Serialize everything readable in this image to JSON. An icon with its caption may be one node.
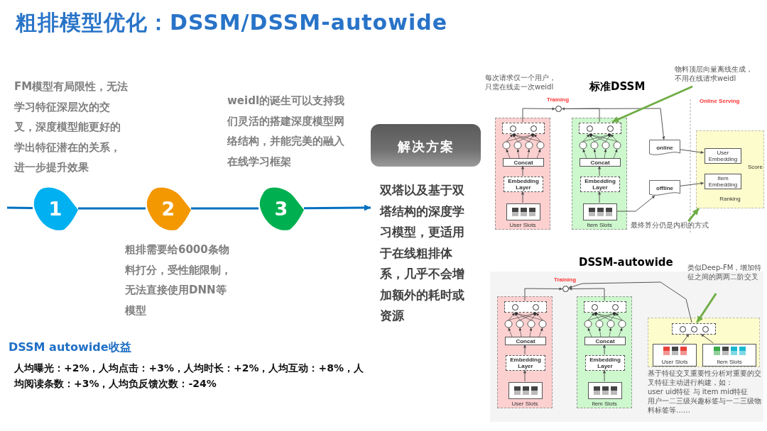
{
  "diagram": {
    "title": "粗排模型优化：DSSM/DSSM-autowide",
    "nodes": [
      {
        "text": [
          "1"
        ],
        "beside": [
          "FM模型有局限性，无法学习特征深层次的交叉，深度模型能更好的学出特征潜在的关系，进一步提升效果"
        ]
      },
      {
        "text": [
          "2"
        ],
        "beside": [
          "粗排需要给6000条物料打分，受性能限制，无法直接使用DNN等模型"
        ]
      },
      {
        "text": [
          "3"
        ],
        "beside": [
          "weidl的诞生可以支持我们灵活的搭建深度模型网络结构，并能完美的融入在线学习框架"
        ]
      },
      {
        "text": [
          "解决方案"
        ]
      },
      {
        "text": [
          "User Slots"
        ]
      },
      {
        "text": [],
        "shape": "box",
        "in": 4
      },
      {
        "text": [
          "Concat"
        ],
        "in": 4
      },
      {
        "text": [
          "Embedding Layer"
        ],
        "in": 4
      },
      {
        "text": [],
        "shape": "box",
        "in": 4
      },
      {
        "text": [
          "Item Slots"
        ]
      },
      {
        "text": [],
        "shape": "box",
        "in": 9
      },
      {
        "text": [
          "Concat"
        ],
        "in": 9
      },
      {
        "text": [
          "Embedding Layer"
        ],
        "in": 9
      },
      {
        "text": [],
        "shape": "box",
        "in": 9
      },
      {
        "text": [],
        "shape": "circle",
        "beside": [
          "Training"
        ]
      },
      {
        "text": [
          "online"
        ]
      },
      {
        "text": [
          "offline"
        ]
      },
      {
        "text": [
          "Ranking"
        ]
      },
      {
        "text": [
          "User Embedding"
        ],
        "in": 17
      },
      {
        "text": [
          "Item Embedding"
        ],
        "in": 17
      },
      {
        "text": [
          "物料顶层向量离线生成，不用在线请求weidl"
        ]
      },
      {
        "text": [
          "最终算分仍是内积的方式"
        ]
      },
      {
        "text": [
          "User Slots"
        ]
      },
      {
        "text": [],
        "shape": "box",
        "in": 22
      },
      {
        "text": [
          "Concat"
        ],
        "in": 22
      },
      {
        "text": [
          "Embedding Layer"
        ],
        "in": 22
      },
      {
        "text": [],
        "shape": "box",
        "in": 22
      },
      {
        "text": [
          "Item Slots"
        ]
      },
      {
        "text": [],
        "shape": "box",
        "in": 27
      },
      {
        "text": [
          "Concat"
        ],
        "in": 27
      },
      {
        "text": [
          "Embedding Layer"
        ],
        "in": 27
      },
      {
        "text": [],
        "shape": "box",
        "in": 27
      },
      {
        "text": [],
        "shape": "circle",
        "beside": [
          "Training"
        ]
      },
      {
        "text": [],
        "shape": "box"
      },
      {
        "text": [],
        "shape": "box",
        "in": 33
      },
      {
        "text": [
          "User Slots"
        ],
        "in": 33
      },
      {
        "text": [
          "Item Slots"
        ],
        "in": 33
      },
      {
        "text": [
          "类似Deep-FM，增加特征之间的两两二阶交叉"
        ]
      },
      {
        "text": [
          "双塔以及基于双塔结构的深度学习模型，更适用于在线粗排体系，几乎不会增加额外的耗时或资源"
        ]
      }
    ],
    "edges": [
      {
        "from": null,
        "to": 0,
        "arrow": "none",
        "style": "thick",
        "color": "#0070c0"
      },
      {
        "from": 0,
        "to": 1,
        "arrow": "none",
        "style": "thick",
        "color": "#0070c0"
      },
      {
        "from": 1,
        "to": 2,
        "arrow": "none",
        "style": "thick",
        "color": "#0070c0"
      },
      {
        "from": 2,
        "to": 38,
        "arrow": "to",
        "style": "thick",
        "color": "#0070c0"
      },
      {
        "from": 8,
        "to": 7,
        "arrow": "to"
      },
      {
        "from": 7,
        "to": 6,
        "arrow": "to"
      },
      {
        "from": 13,
        "to": 12,
        "arrow": "to"
      },
      {
        "from": 12,
        "to": 11,
        "arrow": "to"
      },
      {
        "from": 5,
        "to": 14,
        "arrow": "to"
      },
      {
        "from": 10,
        "to": 14,
        "arrow": "to"
      },
      {
        "from": 14,
        "to": 15,
        "arrow": "to"
      },
      {
        "from": 13,
        "to": 16,
        "arrow": "to"
      },
      {
        "from": 15,
        "to": 18,
        "arrow": "to"
      },
      {
        "from": 16,
        "to": 19,
        "arrow": "to"
      },
      {
        "from": 20,
        "to": 10,
        "arrow": "to",
        "style": "thick",
        "color": "#70ad47"
      },
      {
        "from": 21,
        "to": 17,
        "arrow": "to",
        "style": "thick",
        "color": "#70ad47"
      },
      {
        "from": 26,
        "to": 25,
        "arrow": "to"
      },
      {
        "from": 25,
        "to": 24,
        "arrow": "to"
      },
      {
        "from": 31,
        "to": 30,
        "arrow": "to"
      },
      {
        "from": 30,
        "to": 29,
        "arrow": "to"
      },
      {
        "from": 23,
        "to": 32,
        "arrow": "to"
      },
      {
        "from": 28,
        "to": 32,
        "arrow": "to"
      },
      {
        "from": 34,
        "to": 32,
        "arrow": "to"
      },
      {
        "from": 35,
        "to": 34,
        "arrow": "to"
      },
      {
        "from": 36,
        "to": 34,
        "arrow": "to"
      },
      {
        "from": 37,
        "to": 34,
        "arrow": "to",
        "style": "thick",
        "color": "#70ad47"
      }
    ],
    "labels": [
      "标准DSSM",
      "每次请求仅一个用户，只需在线走一次weidl",
      "Online Serving",
      "Score",
      "DSSM-autowide",
      "基于特征交叉重要性分析对重要的交叉特征主动进行构建，如：",
      "user uid特征 与 item mid特征",
      "用户一二三级兴趣标签与一二三级物料标签等……",
      "DSSM autowide收益",
      "人均曝光：+2%，人均点击：+3%，人均时长：+2%，人均互动：+8%，人均阅读条数：+3%，人均负反馈次数：-24%"
    ]
  }
}
